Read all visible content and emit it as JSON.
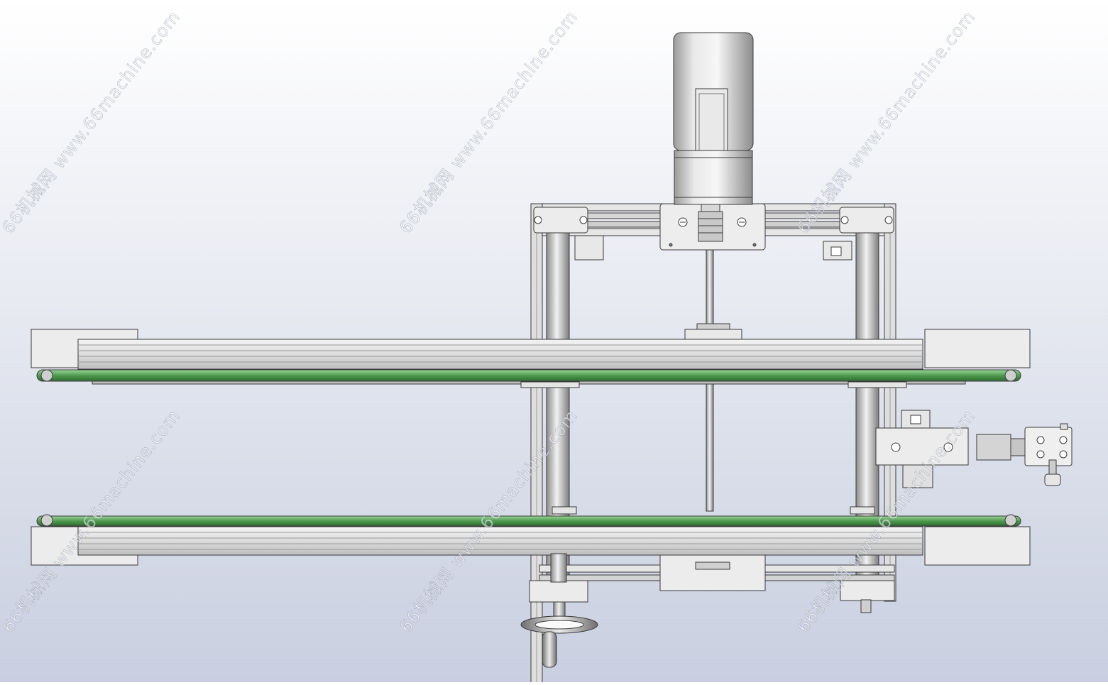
{
  "colors": {
    "bg_top": "#ffffff",
    "bg_bottom": "#c9cfe0",
    "metal_light": "#f0f0f0",
    "metal_mid": "#c8c8c8",
    "metal_dark": "#8a8a8a",
    "belt_green": "#4f9a4f",
    "belt_green_light": "#8fd08c",
    "outline": "#3a3a3a"
  },
  "watermark": {
    "text": "66机械网 www.66machine.com"
  },
  "components": [
    "gear-motor",
    "shaft-coupling",
    "upper-conveyor",
    "lower-conveyor",
    "aluminum-frame",
    "guide-columns",
    "sensor-bracket",
    "hand-crank"
  ]
}
